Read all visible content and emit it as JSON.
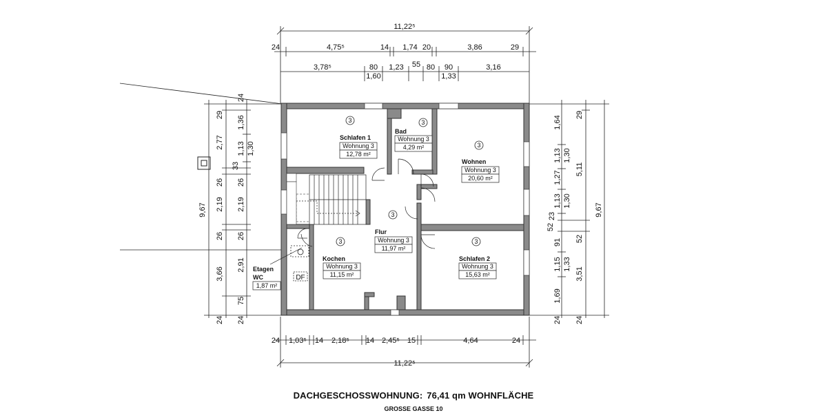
{
  "caption": {
    "title": "DACHGESCHOSSWOHNUNG:",
    "area": "76,41 qm WOHNFLÄCHE",
    "address": "GROSSE GASSE 10"
  },
  "dimensions": {
    "top_total": "11,22⁵",
    "top_row1": [
      "24",
      "4,75⁵",
      "14",
      "1,74",
      "20",
      "3,86",
      "29"
    ],
    "top_row2_upper": [
      "3,78⁵",
      "80",
      "1,23",
      "55",
      "80",
      "90",
      "3,16"
    ],
    "top_row2_lower": [
      "1,60",
      "1,33"
    ],
    "bottom_row": [
      "24",
      "1,03⁵",
      "14",
      "2,18⁵",
      "14",
      "2,45⁵",
      "15",
      "4,64",
      "24"
    ],
    "bottom_total": "11,22⁵",
    "left_outer": "9,67",
    "left_col1": [
      "29",
      "2,77",
      "26",
      "2,19",
      "26",
      "3,66",
      "24"
    ],
    "left_col2": [
      "24",
      "1,36",
      "1,13",
      "33",
      "26",
      "2,19",
      "26",
      "2,91",
      "75",
      "24"
    ],
    "left_col2_extra": "1,30",
    "right_col1": [
      "1,64",
      "1,13",
      "1,27",
      "1,13",
      "23",
      "52",
      "91",
      "1,15",
      "1,69",
      "24"
    ],
    "right_col1_extra": [
      "1,30",
      "1,30",
      "1,33"
    ],
    "right_col2": [
      "29",
      "5,11",
      "52",
      "3,51",
      "24"
    ],
    "right_outer": "9,67"
  },
  "rooms": [
    {
      "name": "Schlafen 1",
      "unit": "Wohnung 3",
      "area": "12,78 m²",
      "tag": "3"
    },
    {
      "name": "Bad",
      "unit": "Wohnung 3",
      "area": "4,29 m²",
      "tag": "3"
    },
    {
      "name": "Wohnen",
      "unit": "Wohnung 3",
      "area": "20,60 m²",
      "tag": "3"
    },
    {
      "name": "Flur",
      "unit": "Wohnung 3",
      "area": "11,97 m²",
      "tag": "3"
    },
    {
      "name": "Kochen",
      "unit": "Wohnung 3",
      "area": "11,15 m²",
      "tag": "3"
    },
    {
      "name": "Schlafen 2",
      "unit": "Wohnung 3",
      "area": "15,63 m²",
      "tag": "3"
    }
  ],
  "wc": {
    "name_line1": "Etagen",
    "name_line2": "WC",
    "area": "1,87 m²"
  },
  "df_label": "DF",
  "stair_tag": "3"
}
